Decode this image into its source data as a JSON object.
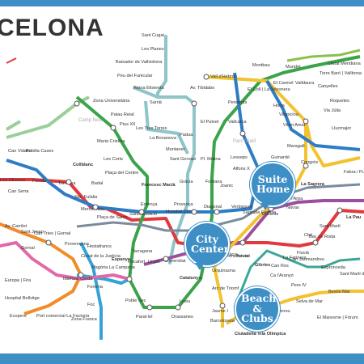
{
  "title": "CELONA",
  "colors": {
    "frame": "#3d8fc6",
    "bubble": "#3d8fc6",
    "L1": "#e03a3e",
    "L2": "#9b4f9e",
    "L3": "#3ba34a",
    "L4": "#f2c230",
    "L5": "#2e7dc4",
    "L9": "#f28c28",
    "L10": "#35a3d8",
    "L11": "#8cc04b",
    "FGC": "#8fc4c9",
    "TRAM": "#3aa796"
  },
  "highlights": [
    {
      "id": "suite-home",
      "text": "Suite Home"
    },
    {
      "id": "city-center",
      "text": "City Center"
    },
    {
      "id": "beach-clubs",
      "text": "Beach & Clubs"
    }
  ],
  "parks": [
    "Camp Nou",
    "Parc Güell"
  ],
  "stations": [
    {
      "name": "Sant Cugat"
    },
    {
      "name": "Les Planes"
    },
    {
      "name": "Baixador de Vallvidrera"
    },
    {
      "name": "Peu del Funicular"
    },
    {
      "name": "Reina Elisenda"
    },
    {
      "name": "Av. Tibidabo"
    },
    {
      "name": "Vall d'Hebron"
    },
    {
      "name": "Montbau"
    },
    {
      "name": "Mundet"
    },
    {
      "name": "Ciutat Meridiana"
    },
    {
      "name": "Torre Baró | Vallbona"
    },
    {
      "name": "Zona Universitària"
    },
    {
      "name": "Palau Reial"
    },
    {
      "name": "Pius XII"
    },
    {
      "name": "Maria Cristina"
    },
    {
      "name": "Les Corts"
    },
    {
      "name": "Plaça del Centre"
    },
    {
      "name": "Sarrià"
    },
    {
      "name": "Les Tres Torres"
    },
    {
      "name": "La Bonanova"
    },
    {
      "name": "Muntaner"
    },
    {
      "name": "Sant Gervasi"
    },
    {
      "name": "Padua"
    },
    {
      "name": "El Putxet"
    },
    {
      "name": "Penitents"
    },
    {
      "name": "El Coll | La Teixonera"
    },
    {
      "name": "El Carmel"
    },
    {
      "name": "Valldaura"
    },
    {
      "name": "Canyelles"
    },
    {
      "name": "Roquetes"
    },
    {
      "name": "Via Júlia"
    },
    {
      "name": "Llucmajor"
    },
    {
      "name": "Horta"
    },
    {
      "name": "Vilapicina"
    },
    {
      "name": "Virrei Amat"
    },
    {
      "name": "Maragall"
    },
    {
      "name": "Vallcarca"
    },
    {
      "name": "Lesseps"
    },
    {
      "name": "Fontana"
    },
    {
      "name": "Joanic"
    },
    {
      "name": "Alfons X"
    },
    {
      "name": "Guinardó"
    },
    {
      "name": "Congrés"
    },
    {
      "name": "La Sagrera"
    },
    {
      "name": "Fabra i Puig"
    },
    {
      "name": "Camp de l'Arpa"
    },
    {
      "name": "Gràcia"
    },
    {
      "name": "Pl. Molina"
    },
    {
      "name": "Francesc Macià"
    },
    {
      "name": "Hospital Clínic"
    },
    {
      "name": "Diagonal"
    },
    {
      "name": "Provença"
    },
    {
      "name": "Verdaguer"
    },
    {
      "name": "Sagrada Família"
    },
    {
      "name": "Encants"
    },
    {
      "name": "Navas"
    },
    {
      "name": "Clot"
    },
    {
      "name": "Sant Martí"
    },
    {
      "name": "La Pau"
    },
    {
      "name": "Bac de Roda"
    },
    {
      "name": "Can Vidalet"
    },
    {
      "name": "Pubilla Cases"
    },
    {
      "name": "Collblanc"
    },
    {
      "name": "Badal"
    },
    {
      "name": "Torrassa"
    },
    {
      "name": "Florida"
    },
    {
      "name": "Les Oliveres"
    },
    {
      "name": "Can Serra"
    },
    {
      "name": "Sta. Eulàlia"
    },
    {
      "name": "Mercat Nou"
    },
    {
      "name": "Plaça de Sants"
    },
    {
      "name": "Sants Estació"
    },
    {
      "name": "Entença"
    },
    {
      "name": "Tarragona"
    },
    {
      "name": "Rocafort"
    },
    {
      "name": "Urgell"
    },
    {
      "name": "Universitat"
    },
    {
      "name": "Catalunya"
    },
    {
      "name": "Passeig de Gràcia"
    },
    {
      "name": "Urquinaona"
    },
    {
      "name": "Arc de Triomf"
    },
    {
      "name": "Monumental"
    },
    {
      "name": "Tetuan"
    },
    {
      "name": "Glòries"
    },
    {
      "name": "Llacuna"
    },
    {
      "name": "Poblenou"
    },
    {
      "name": "Selva de Mar"
    },
    {
      "name": "El Maresme | Fòrum"
    },
    {
      "name": "Besòs Mar"
    },
    {
      "name": "Hostafrancs"
    },
    {
      "name": "Espanya"
    },
    {
      "name": "Poble Sec"
    },
    {
      "name": "Paral·lel"
    },
    {
      "name": "Drassanes"
    },
    {
      "name": "Liceu"
    },
    {
      "name": "Jaume I"
    },
    {
      "name": "Barceloneta"
    },
    {
      "name": "Ciutadella Vila Olímpica"
    },
    {
      "name": "Magòria La Campana"
    },
    {
      "name": "Ildefons Cerdà"
    },
    {
      "name": "Foneria"
    },
    {
      "name": "Foc"
    },
    {
      "name": "Provençana"
    },
    {
      "name": "Ciutat de la Justícia"
    },
    {
      "name": "Gornal"
    },
    {
      "name": "Europa | Fira"
    },
    {
      "name": "Can Tries | Gornal"
    },
    {
      "name": "Sant Josep"
    },
    {
      "name": "Av. Carrilet"
    },
    {
      "name": "Hospital Bellvitge"
    },
    {
      "name": "Ecopere"
    },
    {
      "name": "Port comercial La Factoria"
    },
    {
      "name": "Zona Franca"
    },
    {
      "name": "Can Ros"
    },
    {
      "name": "Ca l'Aranyó"
    },
    {
      "name": "Pere IV"
    },
    {
      "name": "Fluvià"
    },
    {
      "name": "La Farinera"
    },
    {
      "name": "Espronceda"
    },
    {
      "name": "Sant Martí de Provençals"
    },
    {
      "name": "Can Jaumandreu"
    }
  ]
}
